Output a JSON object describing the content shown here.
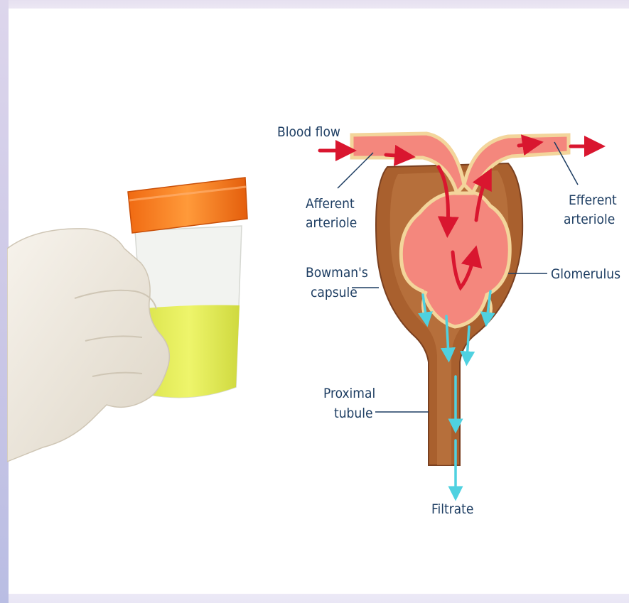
{
  "diagram": {
    "labels": {
      "blood_flow": "Blood flow",
      "afferent_1": "Afferent",
      "afferent_2": "arteriole",
      "efferent_1": "Efferent",
      "efferent_2": "arteriole",
      "bowmans_1": "Bowman's",
      "bowmans_2": "capsule",
      "glomerulus": "Glomerulus",
      "proximal_1": "Proximal",
      "proximal_2": "tubule",
      "filtrate": "Filtrate"
    },
    "colors": {
      "blood": "#f4877d",
      "vessel_wall": "#f3d59b",
      "capsule": "#a9602e",
      "capsule_dark": "#7a4020",
      "blood_arrow": "#d9162f",
      "filtrate_arrow": "#4fd1e0",
      "label": "#1d3d62"
    }
  },
  "photo": {
    "colors": {
      "cap": "#f47a1e",
      "urine": "#e6ee5a",
      "glove": "#f1ece3"
    }
  }
}
